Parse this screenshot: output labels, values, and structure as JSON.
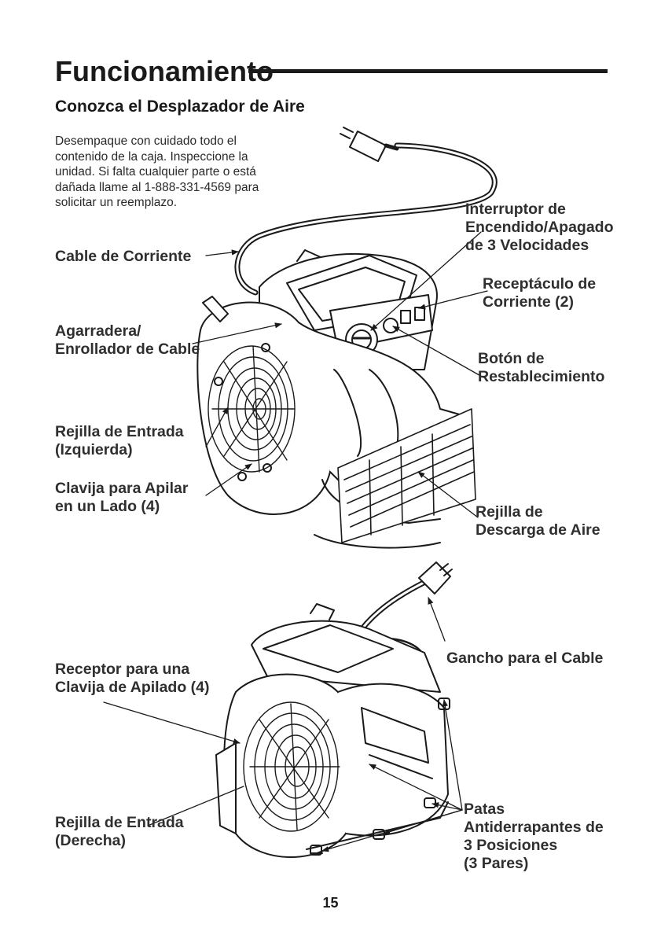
{
  "header": {
    "title": "Funcionamiento",
    "subtitle": "Conozca el Desplazador de Aire"
  },
  "intro": {
    "lines": [
      "Desempaque con cuidado todo el",
      "contenido de la caja.  Inspeccione la",
      "unidad.  Si falta cualquier parte o está",
      "dañada llame al 1-888-331-4569 para",
      "solicitar un reemplazo."
    ]
  },
  "figure1": {
    "labels": {
      "power_cord": [
        "Cable de Corriente"
      ],
      "handle": [
        "Agarradera/",
        "Enrollador de Cable"
      ],
      "intake_left": [
        "Rejilla de Entrada",
        "(Izquierda)"
      ],
      "stack_peg": [
        "Clavija para Apilar",
        "en un Lado (4)"
      ],
      "switch": [
        "Interruptor de",
        "Encendido/Apagado",
        "de 3 Velocidades"
      ],
      "outlet": [
        "Receptáculo de",
        "Corriente (2)"
      ],
      "reset": [
        "Botón de",
        "Restablecimiento"
      ],
      "discharge": [
        "Rejilla de",
        "Descarga de Aire"
      ]
    }
  },
  "figure2": {
    "labels": {
      "stack_receptor": [
        "Receptor para una",
        "Clavija de Apilado (4)"
      ],
      "intake_right": [
        "Rejilla de Entrada",
        "(Derecha)"
      ],
      "cord_hook": [
        "Gancho para el Cable"
      ],
      "feet": [
        "Patas",
        "Antiderrapantes de",
        "3 Posiciones",
        "(3 Pares)"
      ]
    }
  },
  "footer": {
    "page_number": "15"
  },
  "colors": {
    "ink": "#1a1a1a",
    "paper": "#ffffff"
  }
}
